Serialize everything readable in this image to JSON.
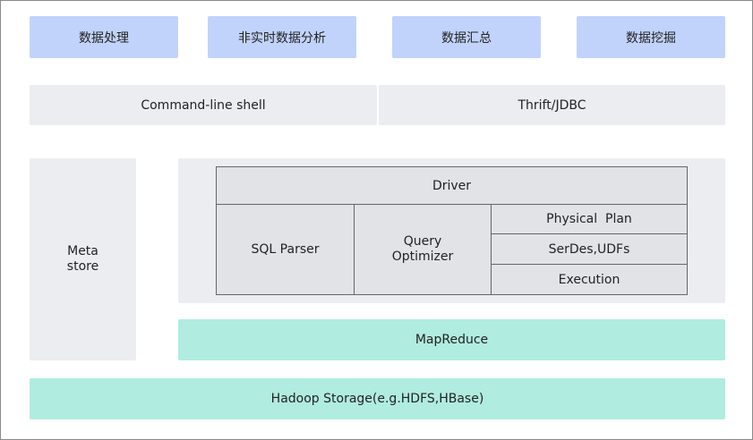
{
  "apps": [
    "数据处理",
    "非实时数据分析",
    "数据汇总",
    "数据挖掘"
  ],
  "interfaces": {
    "cli": "Command-line shell",
    "thrift": "Thrift/JDBC"
  },
  "metastore": "Meta\nstore",
  "engine": {
    "driver": "Driver",
    "sql_parser": "SQL Parser",
    "query_optimizer": "Query\nOptimizer",
    "physical_plan": "Physical  Plan",
    "serdes": "SerDes,UDFs",
    "execution": "Execution"
  },
  "mapreduce": "MapReduce",
  "storage": "Hadoop Storage(e.g.HDFS,HBase)"
}
